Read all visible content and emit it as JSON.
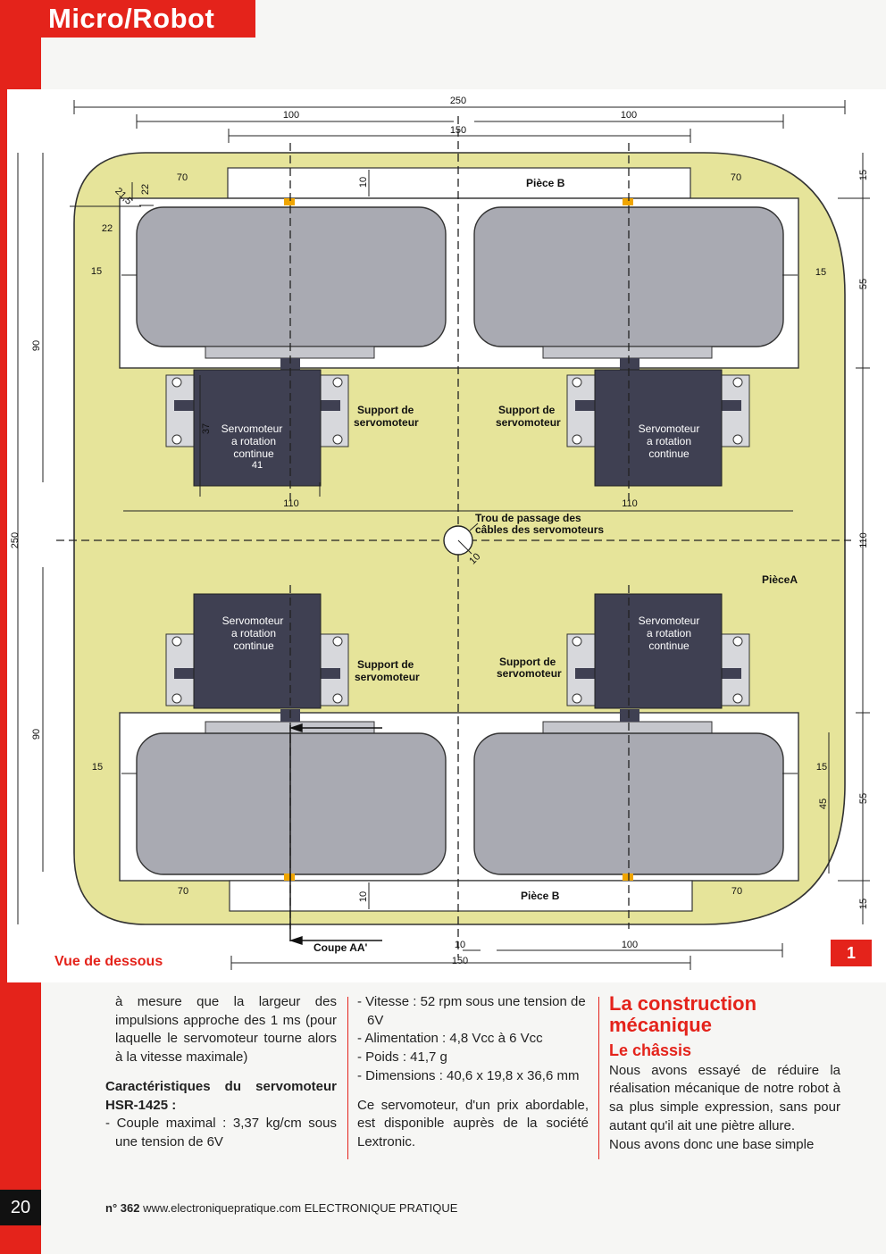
{
  "header": {
    "section": "Micro/Robot"
  },
  "figure": {
    "caption": "Vue de dessous",
    "number": "1",
    "labels": {
      "piece_b_top": "Pièce B",
      "piece_b_bottom": "Pièce B",
      "piece_a": "PièceA",
      "support_l1": "Support de",
      "support_l2": "servomoteur",
      "servo_l1": "Servomoteur",
      "servo_l2": "a rotation",
      "servo_l3": "continue",
      "trou_l1": "Trou de passage des",
      "trou_l2": "câbles des servomoteurs",
      "coupe": "Coupe AA'"
    },
    "dims": {
      "d250": "250",
      "d150": "150",
      "d100": "100",
      "d70": "70",
      "d15": "15",
      "d22": "22",
      "d21_5": "21,5",
      "d10": "10",
      "d90": "90",
      "d110": "110",
      "d55": "55",
      "d45": "45",
      "d37": "37",
      "d41": "41"
    }
  },
  "article": {
    "col1": {
      "p1": "à mesure que la largeur des impulsions approche des 1 ms (pour laquelle le servomoteur tourne alors à la vitesse maximale)",
      "heading": "Caractéristiques du servomoteur HSR-1425 :",
      "item1": "- Couple maximal : 3,37 kg/cm sous une tension de 6V"
    },
    "col2": {
      "item1": "- Vitesse : 52 rpm sous une tension de 6V",
      "item2": "- Alimentation : 4,8 Vcc à 6 Vcc",
      "item3": "- Poids : 41,7 g",
      "item4": "- Dimensions : 40,6 x 19,8 x 36,6 mm",
      "p1": "Ce servomoteur, d'un prix abordable, est disponible auprès de la société Lextronic."
    },
    "col3": {
      "title_l1": "La construction",
      "title_l2": "mécanique",
      "subtitle": "Le châssis",
      "p1": "Nous avons essayé de réduire la réalisation mécanique de notre robot à sa plus simple expression, sans pour autant qu'il ait une piètre allure.",
      "p2": "Nous avons donc une base simple"
    }
  },
  "footer": {
    "issue": "n° 362",
    "url": "www.electroniquepratique.com",
    "magazine": "ELECTRONIQUE PRATIQUE"
  },
  "page_number": "20",
  "colors": {
    "accent": "#e4231b",
    "base": "#e6e49a",
    "servo": "#3f4052",
    "wheel": "#a9aab2"
  }
}
